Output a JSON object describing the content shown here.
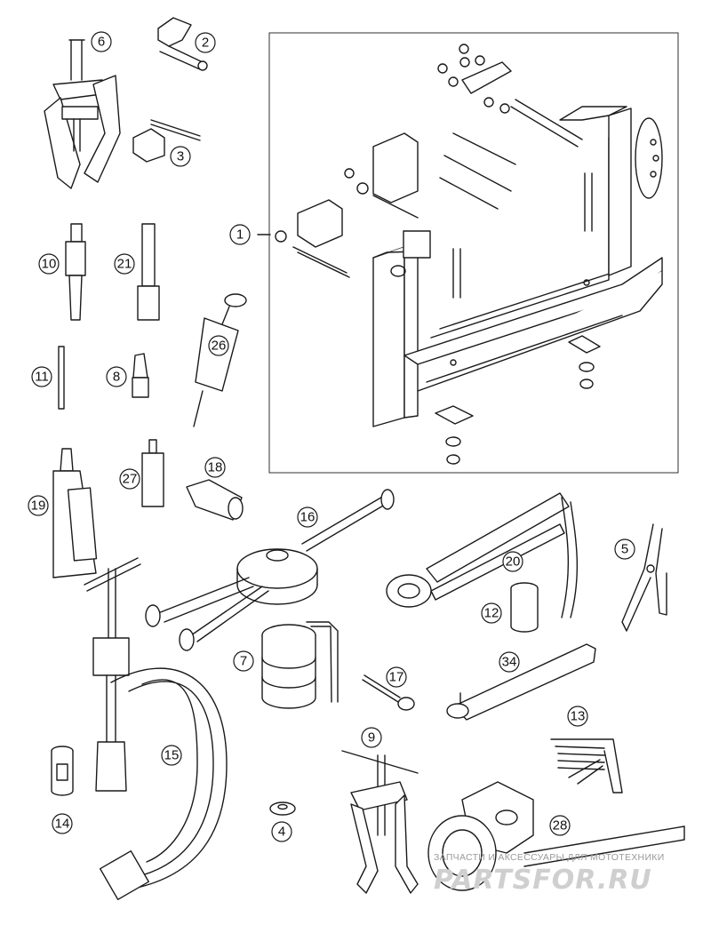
{
  "callouts": [
    {
      "id": "c1",
      "label": "1"
    },
    {
      "id": "c2",
      "label": "2"
    },
    {
      "id": "c3",
      "label": "3"
    },
    {
      "id": "c4",
      "label": "4"
    },
    {
      "id": "c5",
      "label": "5"
    },
    {
      "id": "c6",
      "label": "6"
    },
    {
      "id": "c7",
      "label": "7"
    },
    {
      "id": "c8",
      "label": "8"
    },
    {
      "id": "c9",
      "label": "9"
    },
    {
      "id": "c10",
      "label": "10"
    },
    {
      "id": "c11",
      "label": "11"
    },
    {
      "id": "c12",
      "label": "12"
    },
    {
      "id": "c13",
      "label": "13"
    },
    {
      "id": "c14",
      "label": "14"
    },
    {
      "id": "c15",
      "label": "15"
    },
    {
      "id": "c16",
      "label": "16"
    },
    {
      "id": "c17",
      "label": "17"
    },
    {
      "id": "c18",
      "label": "18"
    },
    {
      "id": "c19",
      "label": "19"
    },
    {
      "id": "c20",
      "label": "20"
    },
    {
      "id": "c21",
      "label": "21"
    },
    {
      "id": "c26",
      "label": "26"
    },
    {
      "id": "c27",
      "label": "27"
    },
    {
      "id": "c28",
      "label": "28"
    },
    {
      "id": "c34",
      "label": "34"
    }
  ],
  "watermark": {
    "tagline": "ЗАПЧАСТИ И АКСЕССУАРЫ ДЛЯ МОТОТЕХНИКИ",
    "logo": "PARTSFOR.RU"
  }
}
